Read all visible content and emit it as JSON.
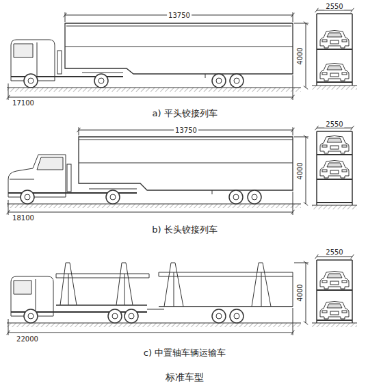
{
  "diagram": {
    "caption": "标准车型",
    "labels": [
      "13750",
      "2550",
      "4000",
      "17100",
      "a) 平头铰接列车",
      "13750",
      "2550",
      "4000",
      "18100",
      "b) 长头铰接列车",
      "2550",
      "4000",
      "22000",
      "c) 中置轴车辆运输车"
    ]
  }
}
